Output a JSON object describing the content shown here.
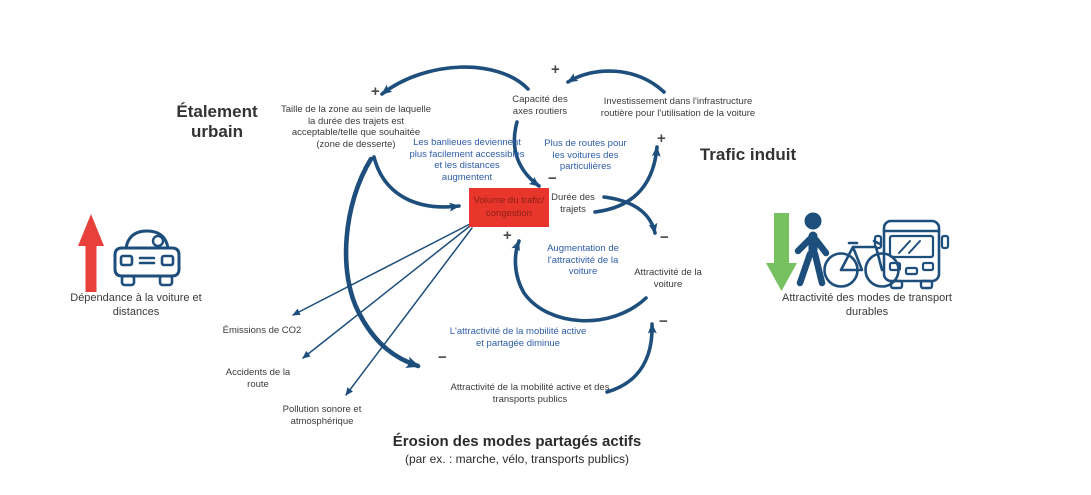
{
  "palette": {
    "arrow_navy": "#1d4e7c",
    "loop_label_blue": "#2d5da8",
    "text_dark": "#3a3a3a",
    "central_box_bg": "#e8362c",
    "central_box_text": "#8f2016",
    "increase_arrow_red": "#e8413c",
    "decrease_arrow_green": "#76c05f"
  },
  "region_labels": {
    "etalement_urbain": "Étalement urbain",
    "trafic_induit": "Trafic induit",
    "erosion_title": "Érosion des modes partagés actifs",
    "erosion_subtitle": "(par ex. : marche, vélo, transports publics)"
  },
  "nodes": {
    "taille_zone": "Taille de la zone au sein de laquelle la durée des trajets est acceptable/telle que souhaitée (zone de desserte)",
    "capacite_axes": "Capacité des axes routiers",
    "investissement": "Investissement dans l'infrastructure routière pour l'utilisation de la voiture",
    "duree_trajets": "Durée des trajets",
    "attractivite_voiture": "Attractivité de la voiture",
    "emissions_co2": "Émissions de CO2",
    "accidents_route": "Accidents de la route",
    "pollution": "Pollution sonore et atmosphérique",
    "attractivite_mobilite_active": "Attractivité de la mobilité active et des transports publics",
    "dependance_voiture": "Dépendance à la voiture et distances",
    "attractivite_modes_durables": "Attractivité des modes de transport durables"
  },
  "loop_labels": {
    "banlieues": "Les banlieues deviennent plus facilement accessibles et les distances augmentent",
    "plus_routes": "Plus de routes pour les voitures des particulières",
    "augmentation_attractivite": "Augmentation de l'attractivité de la voiture",
    "mobilite_diminue": "L'attractivité de la mobilité active et partagée diminue"
  },
  "central_box": {
    "line1": "Volume du trafic/",
    "line2": "congestion"
  },
  "signs": {
    "plus_taille": "+",
    "plus_capacite": "+",
    "plus_investissement": "+",
    "plus_volume": "+",
    "minus_volume": "−",
    "minus_duree_attractivite": "−",
    "minus_mobilite_voiture": "−",
    "minus_etalement_mobilite": "−"
  },
  "icons": {
    "up_arrow": "red-up-arrow",
    "car": "car-front-outline",
    "down_arrow": "green-down-arrow",
    "pedestrian": "walking-person",
    "bicycle": "bicycle-outline",
    "bus": "bus-front-outline"
  }
}
